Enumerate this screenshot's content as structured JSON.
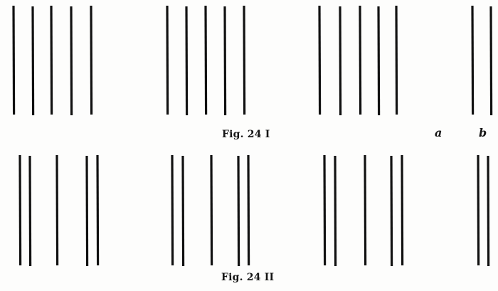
{
  "captions": {
    "fig1": "Fig. 24 I",
    "fig2": "Fig. 24 II"
  },
  "labels": {
    "a": "a",
    "b": "b"
  },
  "colors": {
    "ink": "#111111",
    "paper": "#fdfdfc"
  },
  "groups": {
    "fig1": [
      {
        "name": "group-1",
        "line_count": 5,
        "spacing": "even"
      },
      {
        "name": "group-2",
        "line_count": 5,
        "spacing": "even"
      },
      {
        "name": "group-3",
        "line_count": 5,
        "spacing": "even"
      },
      {
        "name": "group-b",
        "line_count": 2,
        "spacing": "pair"
      }
    ],
    "fig2": [
      {
        "name": "group-1",
        "line_count": 5,
        "spacing": "pair-single-pair"
      },
      {
        "name": "group-2",
        "line_count": 5,
        "spacing": "pair-single-pair"
      },
      {
        "name": "group-3",
        "line_count": 5,
        "spacing": "pair-single-pair"
      },
      {
        "name": "group-b",
        "line_count": 2,
        "spacing": "close-pair"
      }
    ]
  }
}
